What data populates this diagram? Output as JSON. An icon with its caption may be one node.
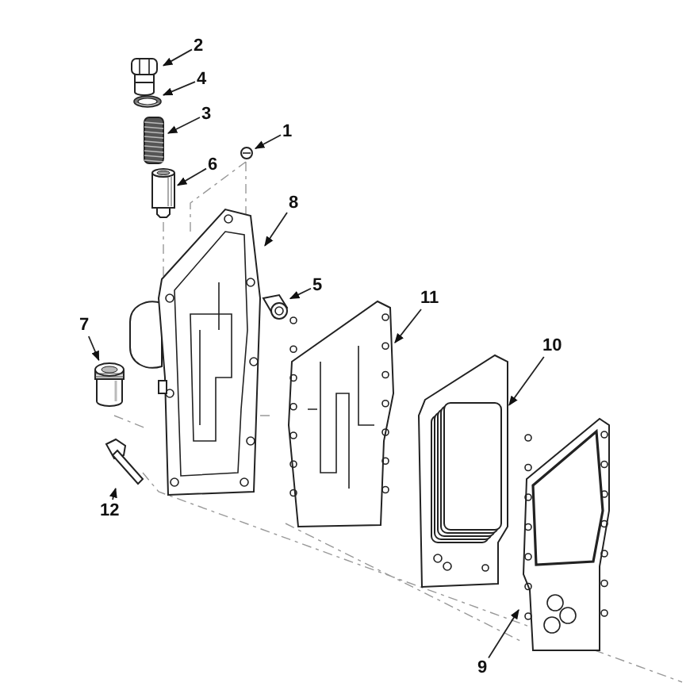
{
  "diagram": {
    "nodes": [
      {
        "text": [
          "2"
        ]
      },
      {
        "text": [
          "4"
        ]
      },
      {
        "text": [
          "3"
        ]
      },
      {
        "text": [
          "1"
        ]
      },
      {
        "text": [
          "6"
        ]
      },
      {
        "text": [
          "8"
        ]
      },
      {
        "text": [
          "5"
        ]
      },
      {
        "text": [
          "11"
        ]
      },
      {
        "text": [
          "7"
        ]
      },
      {
        "text": [
          "10"
        ]
      },
      {
        "text": [
          "12"
        ]
      },
      {
        "text": [
          "9"
        ]
      },
      {
        "text": [],
        "shape": "picture"
      },
      {
        "text": [],
        "shape": "picture"
      },
      {
        "text": [],
        "shape": "picture"
      },
      {
        "text": [],
        "shape": "picture"
      },
      {
        "text": [],
        "shape": "picture"
      },
      {
        "text": [],
        "shape": "picture"
      },
      {
        "text": [],
        "shape": "picture"
      },
      {
        "text": [],
        "shape": "picture"
      },
      {
        "text": [],
        "shape": "picture"
      },
      {
        "text": [],
        "shape": "picture"
      },
      {
        "text": [],
        "shape": "picture"
      },
      {
        "text": [],
        "shape": "picture"
      }
    ],
    "edges": [
      {
        "from": 0,
        "to": 12,
        "arrow": "to"
      },
      {
        "from": 1,
        "to": 13,
        "arrow": "to"
      },
      {
        "from": 2,
        "to": 14,
        "arrow": "to"
      },
      {
        "from": 3,
        "to": 15,
        "arrow": "to"
      },
      {
        "from": 4,
        "to": 16,
        "arrow": "to"
      },
      {
        "from": 5,
        "to": 17,
        "arrow": "to"
      },
      {
        "from": 6,
        "to": 18,
        "arrow": "to"
      },
      {
        "from": 7,
        "to": 19,
        "arrow": "to"
      },
      {
        "from": 8,
        "to": 20,
        "arrow": "to"
      },
      {
        "from": 9,
        "to": 21,
        "arrow": "to"
      },
      {
        "from": 10,
        "to": 22,
        "arrow": "to"
      },
      {
        "from": 11,
        "to": 23,
        "arrow": "to"
      }
    ]
  }
}
